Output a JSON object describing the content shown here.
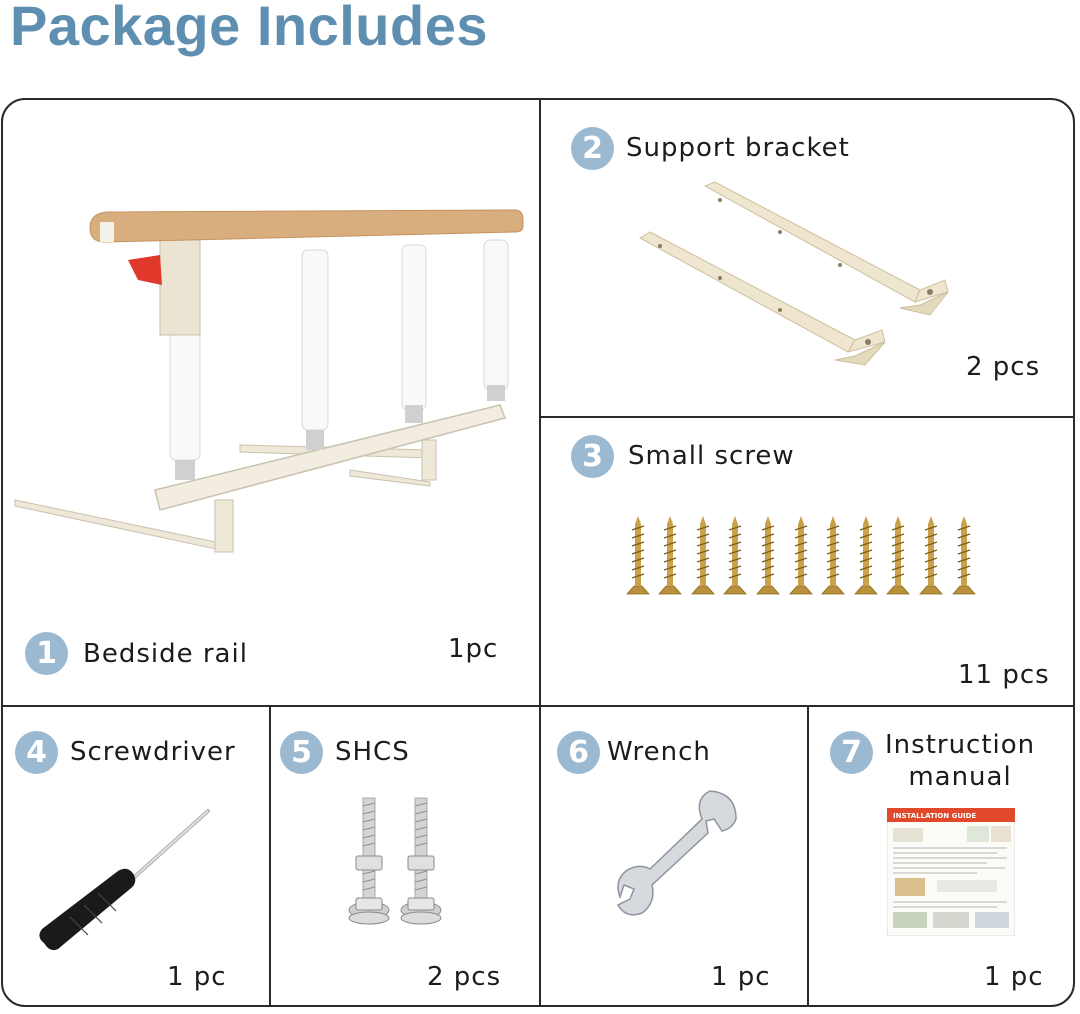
{
  "title": "Package Includes",
  "colors": {
    "title": "#5f8fb0",
    "badge": "#9cb9d2",
    "border": "#2a2a2a",
    "wood": "#d9ae7e",
    "cream": "#eee8d8",
    "red_lever": "#e0392b",
    "brass": "#b8913a"
  },
  "items": [
    {
      "number": "1",
      "label": "Bedside rail",
      "quantity": "1pc",
      "icon": "bed-rail-icon"
    },
    {
      "number": "2",
      "label": "Support bracket",
      "quantity": "2 pcs",
      "icon": "bracket-icon"
    },
    {
      "number": "3",
      "label": "Small screw",
      "quantity": "11 pcs",
      "icon": "screw-icon"
    },
    {
      "number": "4",
      "label": "Screwdriver",
      "quantity": "1 pc",
      "icon": "screwdriver-icon"
    },
    {
      "number": "5",
      "label": "SHCS",
      "quantity": "2 pcs",
      "icon": "bolt-icon"
    },
    {
      "number": "6",
      "label": "Wrench",
      "quantity": "1 pc",
      "icon": "wrench-icon"
    },
    {
      "number": "7",
      "label": "Instruction manual",
      "quantity": "1 pc",
      "icon": "manual-icon"
    }
  ],
  "manual": {
    "heading": "INSTALLATION GUIDE"
  }
}
